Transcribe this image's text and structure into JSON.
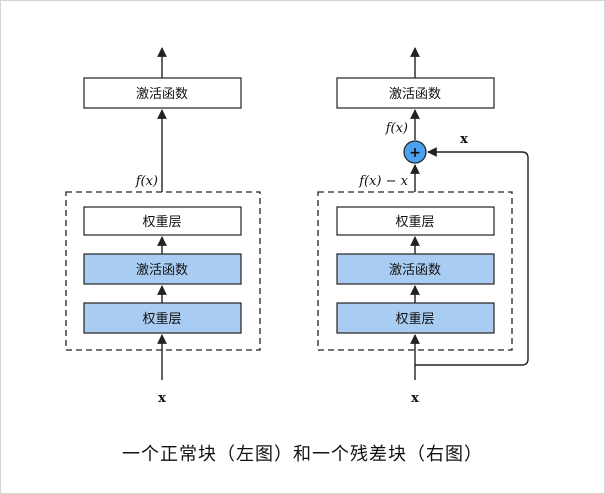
{
  "left_block": {
    "top_box": "激活函数",
    "layer1": "权重层",
    "layer2": "激活函数",
    "layer3": "权重层",
    "output_label": "f(x)",
    "input_label": "x"
  },
  "right_block": {
    "top_box": "激活函数",
    "layer1": "权重层",
    "layer2": "激活函数",
    "layer3": "权重层",
    "sum_label": "f(x)",
    "residual_label": "f(x) − x",
    "shortcut_label": "x",
    "add_symbol": "+",
    "input_label": "x"
  },
  "colors": {
    "blue_fill": "#a9cdf2",
    "add_fill": "#4aa3f0",
    "stroke": "#222222"
  },
  "caption": "一个正常块（左图）和一个残差块（右图）"
}
